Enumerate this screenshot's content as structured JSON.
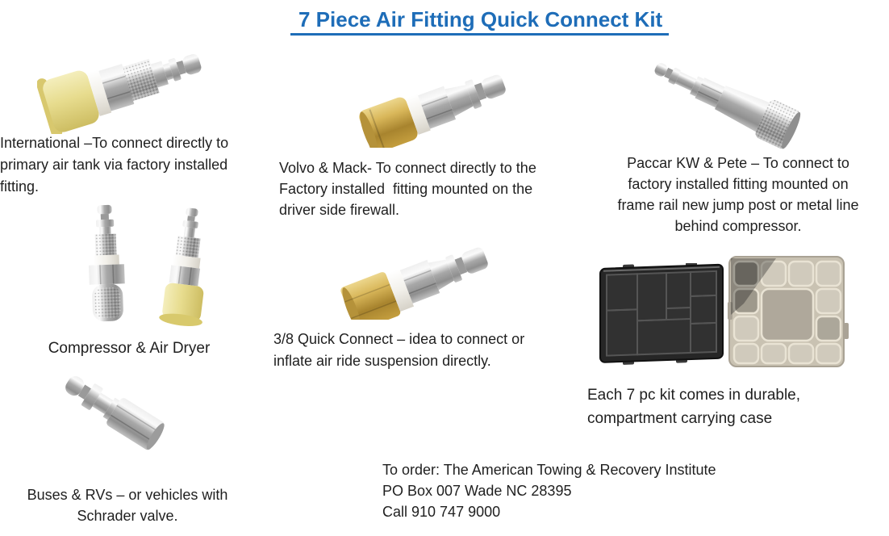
{
  "title": "7 Piece Air Fitting Quick Connect Kit",
  "sections": {
    "international": {
      "lines": [
        "International –To connect directly to",
        "primary air tank via factory installed",
        "fitting."
      ]
    },
    "volvo_mack": {
      "lines": [
        "Volvo & Mack- To connect directly to the",
        "Factory installed  fitting mounted on the",
        "driver side firewall."
      ]
    },
    "paccar": {
      "lines": [
        "Paccar KW & Pete – To connect to",
        "factory installed fitting mounted on",
        "frame rail new jump post or metal line",
        "behind compressor."
      ]
    },
    "compressor_air_dryer": {
      "label": "Compressor & Air Dryer"
    },
    "quick_connect_38": {
      "lines": [
        "3/8 Quick Connect – idea to connect or",
        "inflate air ride suspension directly."
      ]
    },
    "carrying_case": {
      "lines": [
        "Each 7 pc kit comes in durable,",
        "compartment carrying case"
      ]
    },
    "buses_rvs": {
      "lines": [
        "Buses & RVs – or vehicles with",
        "Schrader valve."
      ]
    }
  },
  "order": {
    "lines": [
      "To order: The American Towing & Recovery Institute",
      "PO Box 007 Wade NC 28395",
      "Call 910 747 9000"
    ]
  },
  "colors": {
    "title_blue": "#1e6db8",
    "text": "#1f1f1f",
    "brass": "#c9a84c",
    "yellow_cap": "#e7dc8e",
    "metal": "#b5b5b5",
    "case_black": "#262626",
    "case_clear": "#c9c2b2",
    "background": "#ffffff"
  }
}
